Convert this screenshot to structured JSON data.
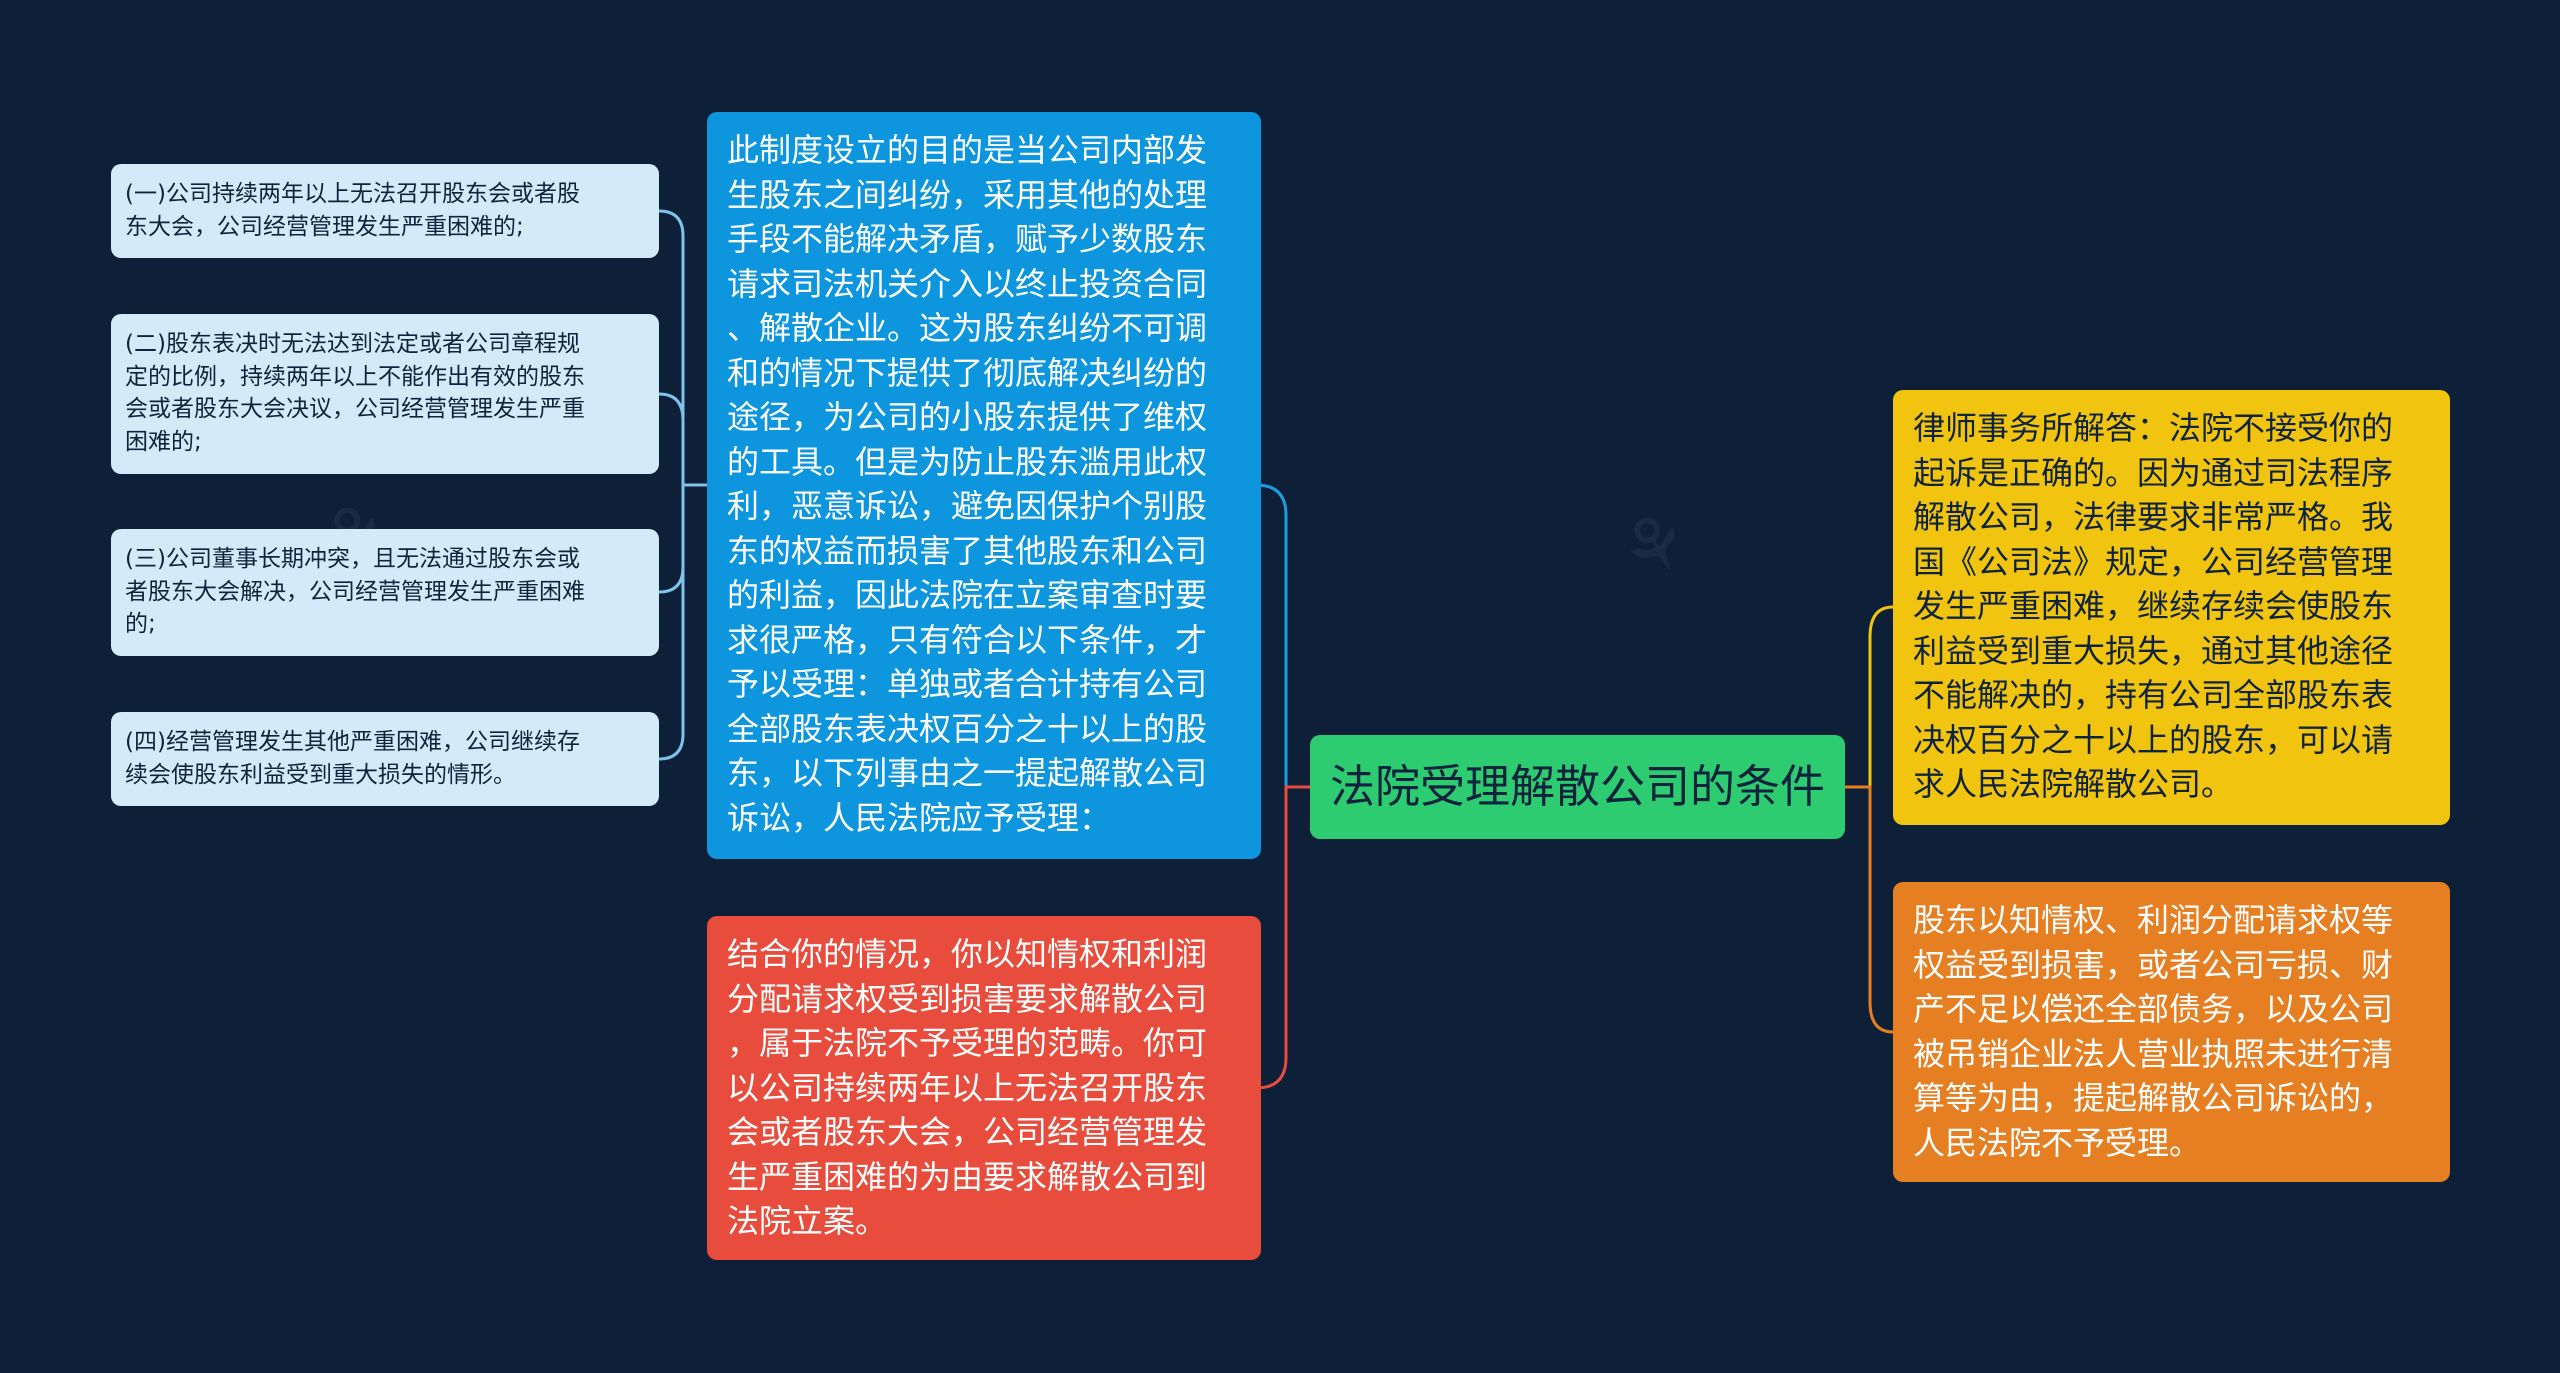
{
  "center": {
    "label": "法院受理解散公司的条件"
  },
  "left_branches": [
    {
      "text": "此制度设立的目的是当公司内部发\n生股东之间纠纷，采用其他的处理\n手段不能解决矛盾，赋予少数股东\n请求司法机关介入以终止投资合同\n、解散企业。这为股东纠纷不可调\n和的情况下提供了彻底解决纠纷的\n途径，为公司的小股东提供了维权\n的工具。但是为防止股东滥用此权\n利，恶意诉讼，避免因保护个别股\n东的权益而损害了其他股东和公司\n的利益，因此法院在立案审查时要\n求很严格，只有符合以下条件，才\n予以受理：单独或者合计持有公司\n全部股东表决权百分之十以上的股\n东，以下列事由之一提起解散公司\n诉讼，人民法院应予受理：",
      "color": "#0d95de"
    },
    {
      "text": "结合你的情况，你以知情权和利润\n分配请求权受到损害要求解散公司\n，属于法院不予受理的范畴。你可\n以公司持续两年以上无法召开股东\n会或者股东大会，公司经营管理发\n生严重困难的为由要求解散公司到\n法院立案。",
      "color": "#e74c3c"
    }
  ],
  "conditions": [
    {
      "text": "(一)公司持续两年以上无法召开股东会或者股\n东大会，公司经营管理发生严重困难的;"
    },
    {
      "text": "(二)股东表决时无法达到法定或者公司章程规\n定的比例，持续两年以上不能作出有效的股东\n会或者股东大会决议，公司经营管理发生严重\n困难的;"
    },
    {
      "text": "(三)公司董事长期冲突，且无法通过股东会或\n者股东大会解决，公司经营管理发生严重困难\n的;"
    },
    {
      "text": "(四)经营管理发生其他严重困难，公司继续存\n续会使股东利益受到重大损失的情形。"
    }
  ],
  "right_branches": [
    {
      "text": "律师事务所解答：法院不接受你的\n起诉是正确的。因为通过司法程序\n解散公司，法律要求非常严格。我\n国《公司法》规定，公司经营管理\n发生严重困难，继续存续会使股东\n利益受到重大损失，通过其他途径\n不能解决的，持有公司全部股东表\n决权百分之十以上的股东，可以请\n求人民法院解散公司。",
      "color": "#f1c40f"
    },
    {
      "text": "股东以知情权、利润分配请求权等\n权益受到损害，或者公司亏损、财\n产不足以偿还全部债务，以及公司\n被吊销企业法人营业执照未进行清\n算等为由，提起解散公司诉讼的，\n人民法院不予受理。",
      "color": "#e67e22"
    }
  ],
  "colors": {
    "background": "#0e1f38",
    "center": "#2ecc71",
    "leaf": "#d3ebf9",
    "link_left_blue": "#1e9ce0",
    "link_left_red": "#e74c3c",
    "link_right_yellow": "#f1c40f",
    "link_right_orange": "#e67e22",
    "link_leaf": "#7fc3ea"
  }
}
